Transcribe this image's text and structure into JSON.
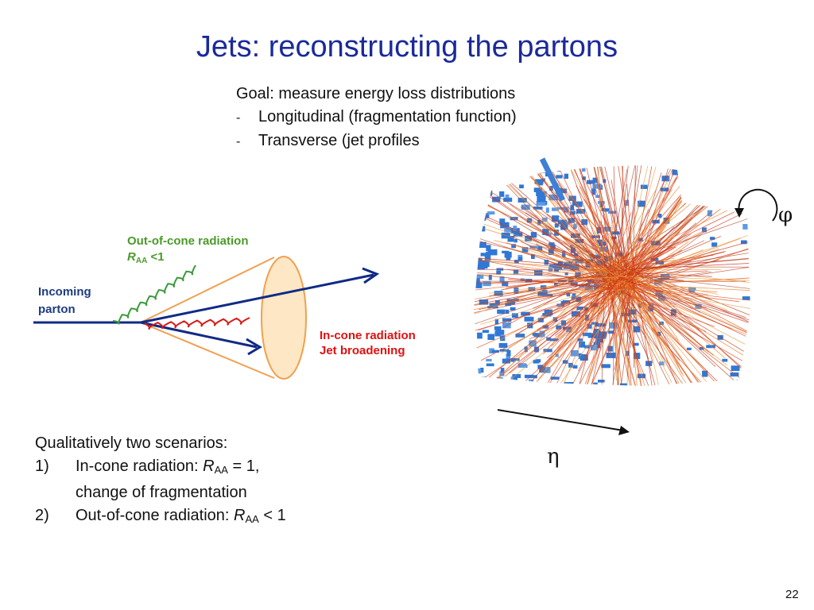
{
  "slide": {
    "title": "Jets: reconstructing the partons",
    "page_number": "22"
  },
  "goal": {
    "heading": "Goal: measure energy loss distributions",
    "bullet_marker": "-",
    "bullets": [
      "Longitudinal (fragmentation function)",
      "Transverse (jet profiles"
    ]
  },
  "diagram": {
    "incoming_label_line1": "Incoming",
    "incoming_label_line2": "parton",
    "out_of_cone_label": "Out-of-cone radiation",
    "out_of_cone_raa_symbol": "R",
    "out_of_cone_raa_sub": "AA",
    "out_of_cone_raa_value": " <1",
    "in_cone_label_line1": "In-cone radiation",
    "in_cone_label_line2": "Jet broadening",
    "colors": {
      "parton_line": "#102a86",
      "gluon_out": "#3a9a3a",
      "gluon_in": "#d81818",
      "cone": "#f0a050",
      "label_green": "#4a9a2a",
      "label_red": "#e01010",
      "label_navy": "#1e3c80"
    }
  },
  "event_display": {
    "phi_symbol": "φ",
    "eta_symbol": "η",
    "colors": {
      "cells": "#2f78d6",
      "tracks": "#e24a10"
    }
  },
  "scenarios": {
    "intro": "Qualitatively two scenarios:",
    "item1_num": "1)",
    "item1_pre": "In-cone radiation: ",
    "item1_r": "R",
    "item1_sub": "AA",
    "item1_post": " = 1,",
    "item1_line2": "change of fragmentation",
    "item2_num": "2)",
    "item2_pre": "Out-of-cone radiation: ",
    "item2_r": "R",
    "item2_sub": "AA",
    "item2_post": " < 1"
  }
}
